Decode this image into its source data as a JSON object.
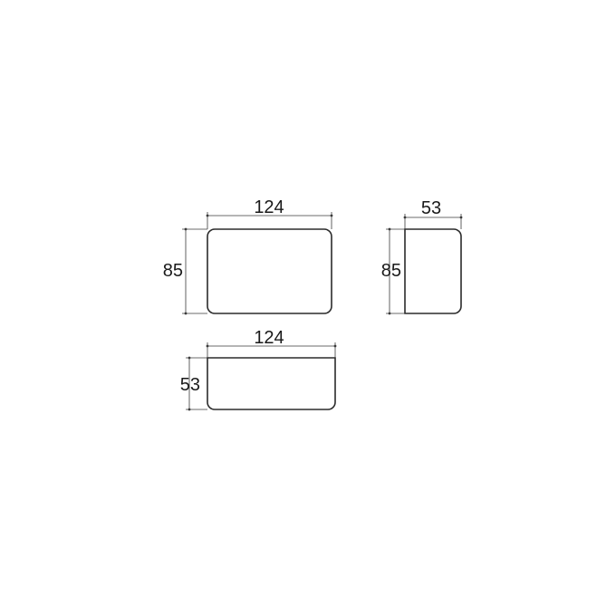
{
  "views": {
    "front": {
      "width_label": "124",
      "height_label": "85"
    },
    "side": {
      "width_label": "53",
      "height_label": "85"
    },
    "top": {
      "width_label": "124",
      "height_label": "53"
    }
  },
  "colors": {
    "outline": "#2b2b2b",
    "dimension": "#3a3a3a",
    "text": "#1a1a1a"
  }
}
